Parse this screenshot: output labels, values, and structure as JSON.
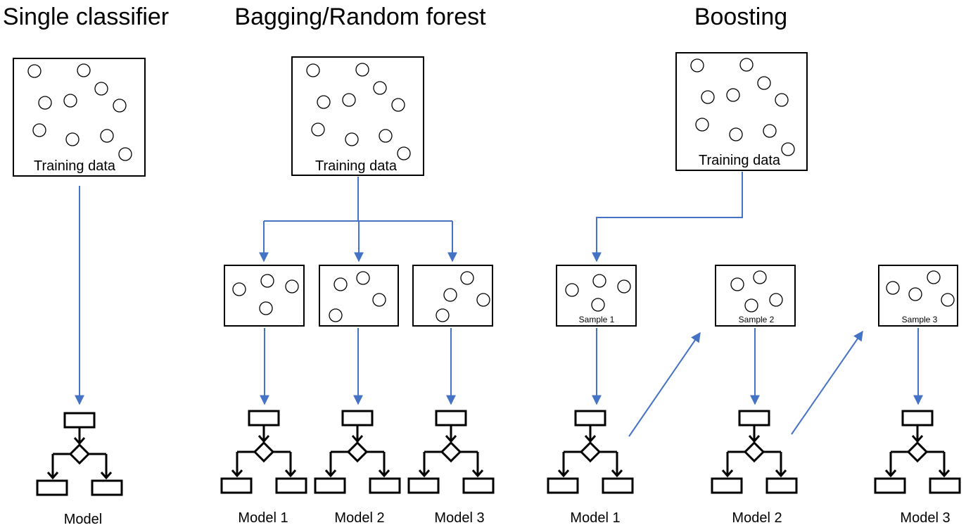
{
  "titles": {
    "single": "Single classifier",
    "bagging": "Bagging/Random forest",
    "boosting": "Boosting"
  },
  "labels": {
    "training_data": "Training data",
    "model": "Model",
    "model_1": "Model 1",
    "model_2": "Model 2",
    "model_3": "Model 3",
    "sample_1": "Sample 1",
    "sample_2": "Sample 2",
    "sample_3": "Sample 3"
  },
  "colors": {
    "connector": "#4472C4",
    "outline": "#000000",
    "background": "#ffffff"
  }
}
